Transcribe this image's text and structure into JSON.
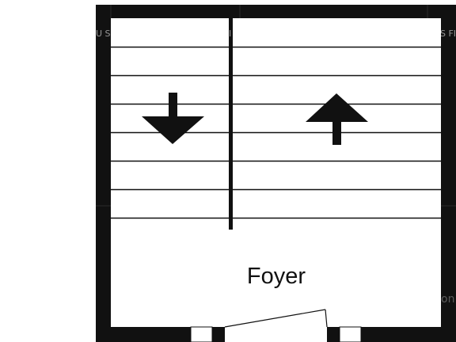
{
  "plan": {
    "room_label": "Foyer",
    "watermarks": [
      "U SI",
      "I",
      "S FI",
      "on"
    ],
    "colors": {
      "wall": "#111111",
      "line": "#111111",
      "background": "#ffffff"
    },
    "stair_direction_left": "down",
    "stair_direction_right": "up"
  }
}
